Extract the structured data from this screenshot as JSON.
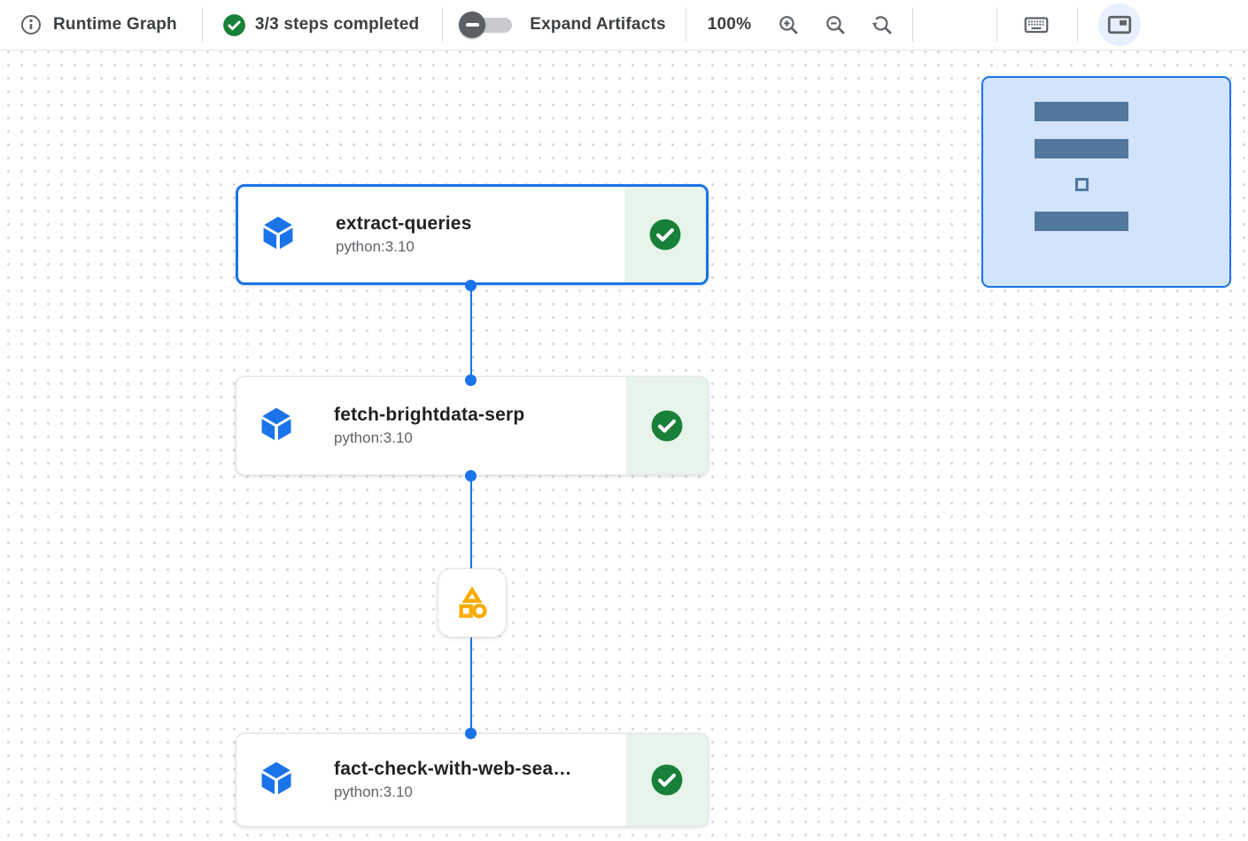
{
  "toolbar": {
    "title": "Runtime Graph",
    "steps_completed": "3/3 steps completed",
    "expand_artifacts_label": "Expand Artifacts",
    "expand_artifacts_state": "off",
    "zoom_level": "100%"
  },
  "graph": {
    "nodes": [
      {
        "title": "extract-queries",
        "subtitle": "python:3.10",
        "status": "completed",
        "selected": true
      },
      {
        "title": "fetch-brightdata-serp",
        "subtitle": "python:3.10",
        "status": "completed",
        "selected": false
      },
      {
        "title": "fact-check-with-web-sea…",
        "subtitle": "python:3.10",
        "status": "completed",
        "selected": false
      }
    ],
    "artifact_node": {
      "type": "artifact"
    },
    "edges": [
      [
        0,
        1
      ],
      [
        1,
        2
      ]
    ]
  },
  "minimap": {
    "visible": true,
    "node_bars": 3,
    "artifact_markers": 1
  },
  "icons": {
    "info": "info-icon",
    "check": "check-circle-icon",
    "zoom_in": "zoom-in-icon",
    "zoom_out": "zoom-out-icon",
    "zoom_reset": "zoom-reset-icon",
    "keyboard": "keyboard-icon",
    "minimap": "minimap-icon",
    "task": "cube-icon",
    "artifact": "artifact-shapes-icon"
  },
  "colors": {
    "accent": "#1a73e8",
    "success": "#188038",
    "success_bg": "#e6f4ea",
    "artifact_accent": "#f9ab00",
    "minimap_bg": "#d2e3fc",
    "minimap_bar": "#53789e",
    "toolbar_text": "#3c4043"
  }
}
